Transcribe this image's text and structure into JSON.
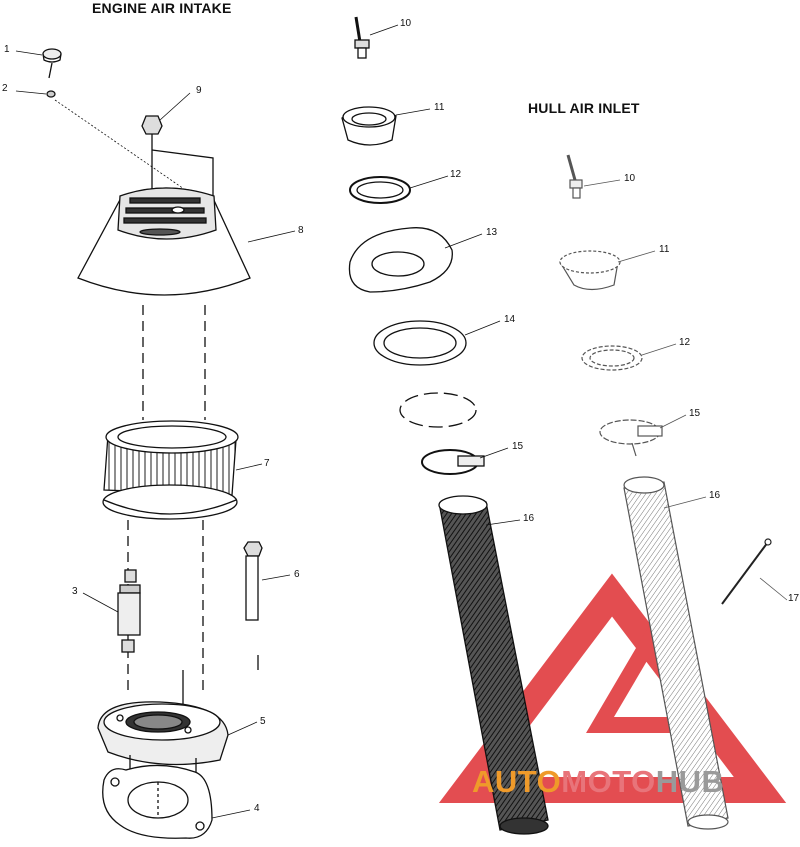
{
  "titles": {
    "engine": "ENGINE AIR INTAKE",
    "hull": "HULL AIR INLET"
  },
  "callouts": {
    "c1": "1",
    "c2": "2",
    "c3": "3",
    "c4": "4",
    "c5": "5",
    "c6": "6",
    "c7": "7",
    "c8": "8",
    "c9": "9",
    "c10a": "10",
    "c11a": "11",
    "c12a": "12",
    "c13": "13",
    "c14": "14",
    "c15a": "15",
    "c16a": "16",
    "c10b": "10",
    "c11b": "11",
    "c12b": "12",
    "c15b": "15",
    "c16b": "16",
    "c17": "17"
  },
  "watermark": {
    "part1": "AUTO",
    "part2": "MOTO",
    "part3": "HUB",
    "colors": {
      "part1": "#ef9a2a",
      "part2": "#e8747a",
      "part3": "#9a9a9a",
      "logo": "#e03a3e"
    }
  }
}
